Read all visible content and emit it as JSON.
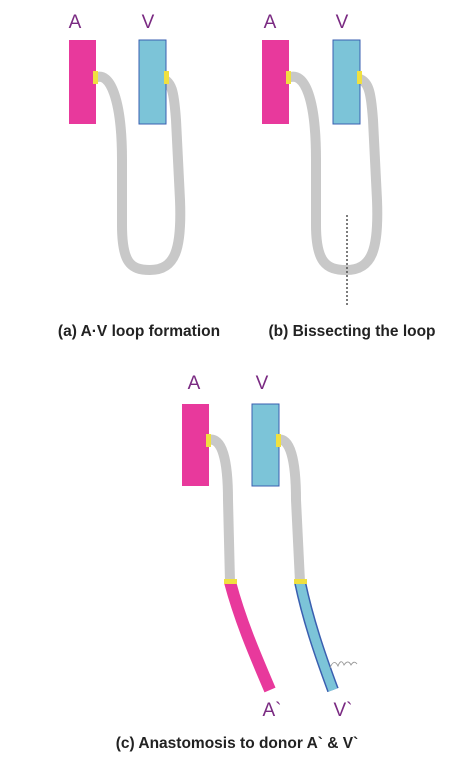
{
  "panel_a": {
    "label_artery": "A",
    "label_vein": "V",
    "caption": "(a) A·V loop formation"
  },
  "panel_b": {
    "label_artery": "A",
    "label_vein": "V",
    "caption": "(b) Bissecting the loop"
  },
  "panel_c": {
    "label_artery": "A",
    "label_vein": "V",
    "label_donor_artery": "A`",
    "label_donor_vein": "V`",
    "caption": "(c) Anastomosis to donor A` & V`"
  },
  "colors": {
    "artery": "#e8399c",
    "vein": "#7cc4d8",
    "graft": "#c8c8c8",
    "anastomosis": "#f0e040",
    "label": "#7a2a82"
  }
}
